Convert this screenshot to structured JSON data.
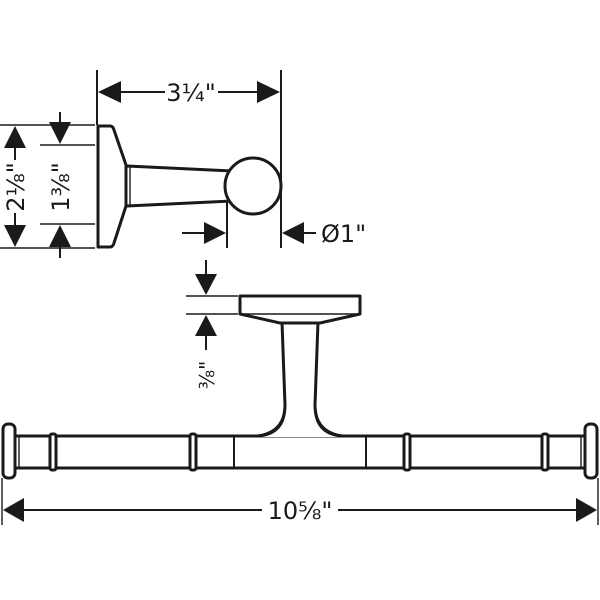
{
  "title": "Double toilet paper holder dimension drawing",
  "dimensions": {
    "depth": "3¼\"",
    "plate_height": "2⅛\"",
    "inner_height": "1⅜\"",
    "diameter": "Ø1\"",
    "plate_thickness": "⅜\"",
    "overall_width": "10⅝\""
  },
  "colors": {
    "line": "#1a1a1a",
    "background": "#ffffff"
  }
}
